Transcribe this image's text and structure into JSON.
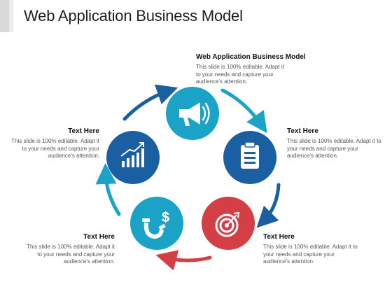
{
  "title": "Web Application  Business Model",
  "steps": [
    {
      "name": "megaphone",
      "heading": "Web Application Business Model",
      "text": "This slide is 100% editable. Adapt it to your needs and capture your audience's attention.",
      "color": "#1aa3c6",
      "icon": "megaphone-icon"
    },
    {
      "name": "clipboard",
      "heading": "Text Here",
      "text": "This slide is 100% editable. Adapt it to your needs and capture your audience's attention.",
      "color": "#1b5fa3",
      "icon": "clipboard-icon"
    },
    {
      "name": "target",
      "heading": "Text Here",
      "text": "This slide is 100% editable. Adapt it to your needs and capture your audience's attention.",
      "color": "#d43f45",
      "icon": "target-icon"
    },
    {
      "name": "magnet",
      "heading": "Text Here",
      "text": "This slide is 100% editable. Adapt it to your needs and capture your audience's attention.",
      "color": "#1aa3c6",
      "icon": "magnet-dollar-icon"
    },
    {
      "name": "growth",
      "heading": "Text Here",
      "text": "This slide is 100% editable. Adapt it to your needs and capture your audience's attention.",
      "color": "#1b5fa3",
      "icon": "bar-chart-icon"
    }
  ],
  "arrow_colors": [
    "#1aa3c6",
    "#1b5fa3",
    "#d43f45",
    "#1aa3c6",
    "#1b5fa3"
  ]
}
